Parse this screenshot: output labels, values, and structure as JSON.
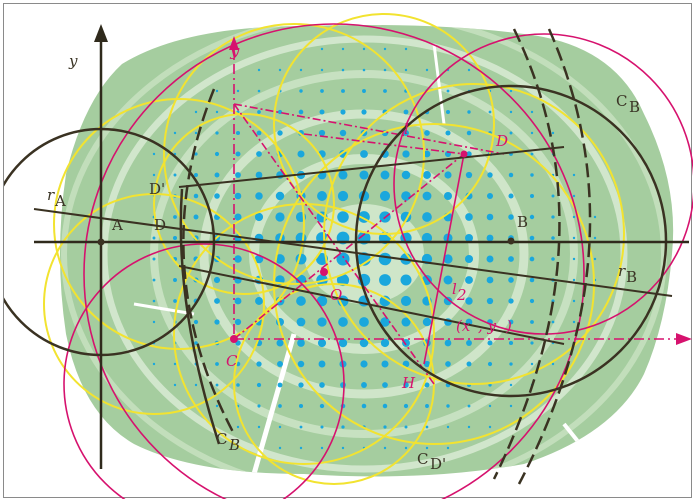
{
  "colors": {
    "wood": "#9cc79a",
    "wood_light": "#c9e2c3",
    "dots": "#1aa7dc",
    "yellow": "#f2e330",
    "magenta": "#d6126e",
    "dark": "#3a3222",
    "axis": "#2f2a1c"
  },
  "labels": {
    "y_axis": "y",
    "y_axis_magenta": "y",
    "cb_top": "C",
    "cb_top_sub": "B",
    "cb_bottom": "C",
    "cb_bottom_sub": "B",
    "cd_bottom": "C",
    "cd_bottom_sub": "D'",
    "ra": "r",
    "ra_sub": "A",
    "rb": "r",
    "rb_sub": "B",
    "a": "A",
    "b": "B",
    "d": "D",
    "d_prime": "D'",
    "d_mag": "D",
    "c_mag": "C",
    "o_mag": "O",
    "h_mag": "H",
    "l_mag": "l",
    "l2_mag": "l",
    "l2_sub": "2",
    "xy_mag": "(x",
    "xy_mag2": ", y",
    "xy_mag3": ")"
  }
}
